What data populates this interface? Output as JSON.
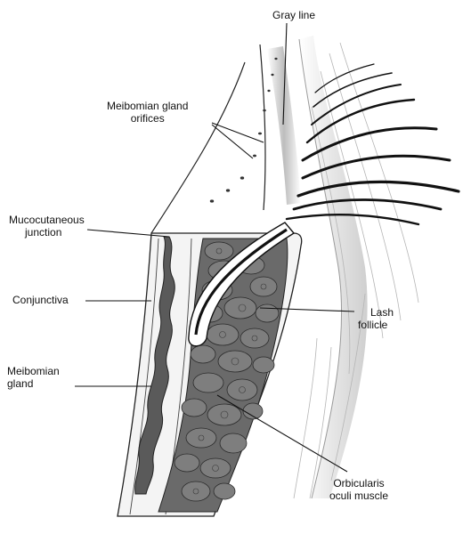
{
  "labels": {
    "gray_line": "Gray line",
    "meibomian_orifices": [
      "Meibomian gland",
      "orifices"
    ],
    "mucocutaneous": [
      "Mucocutaneous",
      "junction"
    ],
    "conjunctiva": "Conjunctiva",
    "meibomian_gland": [
      "Meibomian",
      "gland"
    ],
    "lash_follicle": [
      "Lash",
      "follicle"
    ],
    "orbicularis": [
      "Orbicularis",
      "oculi muscle"
    ]
  },
  "colors": {
    "ink": "#1a1a1a",
    "shade_light": "#d9d9d9",
    "shade_mid": "#9a9a9a",
    "gland_dark": "#4a4a4a",
    "muscle_dark": "#555555",
    "cell_light": "#7a7a7a"
  }
}
